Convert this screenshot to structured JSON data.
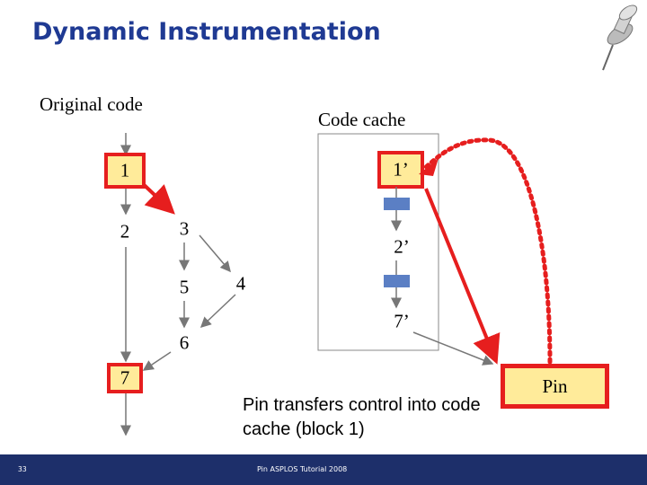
{
  "slide": {
    "title": "Dynamic Instrumentation",
    "original_code_label": "Original code",
    "code_cache_label": "Code cache",
    "original_nodes": [
      "1",
      "2",
      "3",
      "5",
      "4",
      "6",
      "7"
    ],
    "cache_nodes": [
      "1’",
      "2’",
      "7’"
    ],
    "caption": "Pin transfers control into code cache (block 1)",
    "pin_label": "Pin",
    "slide_number": "33",
    "footer_text": "Pin ASPLOS Tutorial 2008"
  },
  "colors": {
    "title": "#1f3a93",
    "highlight_red": "#e61e1e",
    "pin_box_fill": "#ffeb9a",
    "stub_block": "#5b7fc4",
    "footer_bar": "#1d2f6a"
  },
  "icons": {
    "pushpin": "pushpin-icon"
  }
}
